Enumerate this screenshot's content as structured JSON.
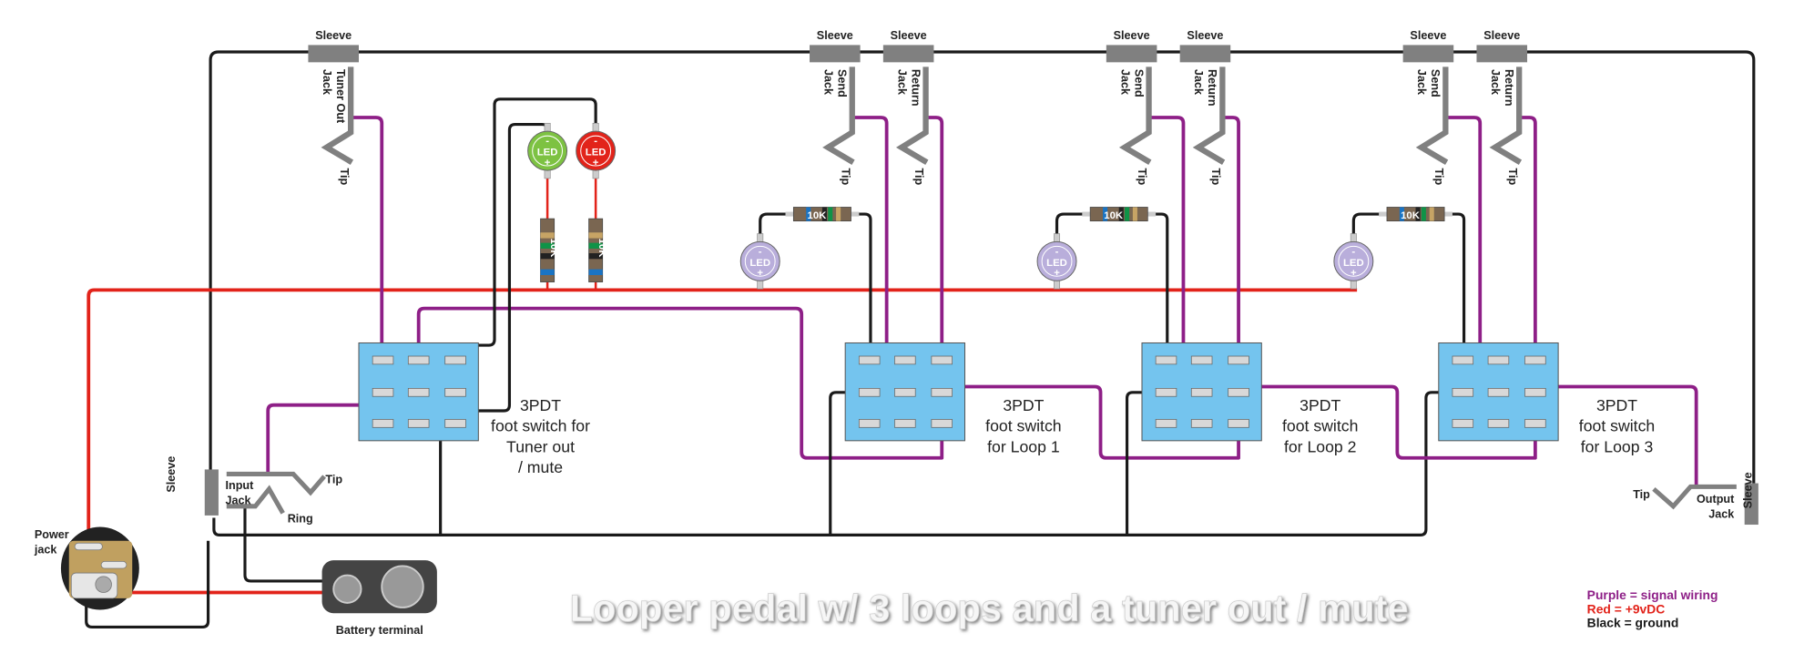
{
  "title": "Looper pedal w/ 3 loops and a tuner out / mute",
  "legend": [
    {
      "text": "Purple = signal wiring",
      "color": "#8e1f87"
    },
    {
      "text": "Red = +9vDC",
      "color": "#e2231a"
    },
    {
      "text": "Black = ground",
      "color": "#1a1a1a"
    }
  ],
  "colors": {
    "signal": "#8e1f87",
    "power": "#e2231a",
    "ground": "#1a1a1a",
    "jack": "#808080",
    "switch": "#74c4ee",
    "resistor": "#7a6651",
    "battery": "#444444",
    "power_jack_body": "#c0a060"
  },
  "tuner": {
    "jack": {
      "sleeve": "Sleeve",
      "label": [
        "Tuner Out",
        "Jack"
      ],
      "tip": "Tip"
    },
    "leds": [
      {
        "label": "LED",
        "minus": "-",
        "plus": "+",
        "color": "#7dc242"
      },
      {
        "label": "LED",
        "minus": "-",
        "plus": "+",
        "color": "#e2231a"
      }
    ],
    "resistors": [
      "10K",
      "10K"
    ],
    "switch_label": [
      "3PDT",
      "foot switch for",
      "Tuner out",
      "/ mute"
    ]
  },
  "loops": [
    {
      "send": {
        "sleeve": "Sleeve",
        "label": [
          "Send",
          "Jack"
        ],
        "tip": "Tip"
      },
      "return": {
        "sleeve": "Sleeve",
        "label": [
          "Return",
          "Jack"
        ],
        "tip": "Tip"
      },
      "led": {
        "label": "LED",
        "minus": "-",
        "plus": "+",
        "color": "#b9aedb"
      },
      "resistor": "10K",
      "switch_label": [
        "3PDT",
        "foot switch",
        "for Loop 1"
      ]
    },
    {
      "send": {
        "sleeve": "Sleeve",
        "label": [
          "Send",
          "Jack"
        ],
        "tip": "Tip"
      },
      "return": {
        "sleeve": "Sleeve",
        "label": [
          "Return",
          "Jack"
        ],
        "tip": "Tip"
      },
      "led": {
        "label": "LED",
        "minus": "-",
        "plus": "+",
        "color": "#b9aedb"
      },
      "resistor": "10K",
      "switch_label": [
        "3PDT",
        "foot switch",
        "for Loop 2"
      ]
    },
    {
      "send": {
        "sleeve": "Sleeve",
        "label": [
          "Send",
          "Jack"
        ],
        "tip": "Tip"
      },
      "return": {
        "sleeve": "Sleeve",
        "label": [
          "Return",
          "Jack"
        ],
        "tip": "Tip"
      },
      "led": {
        "label": "LED",
        "minus": "-",
        "plus": "+",
        "color": "#b9aedb"
      },
      "resistor": "10K",
      "switch_label": [
        "3PDT",
        "foot switch",
        "for Loop 3"
      ]
    }
  ],
  "input_jack": {
    "label": [
      "Input",
      "Jack"
    ],
    "sleeve": "Sleeve",
    "tip": "Tip",
    "ring": "Ring"
  },
  "output_jack": {
    "label": [
      "Output",
      "Jack"
    ],
    "sleeve": "Sleeve",
    "tip": "Tip"
  },
  "power_jack": {
    "label": [
      "Power",
      "jack"
    ]
  },
  "battery": {
    "label": "Battery terminal"
  }
}
